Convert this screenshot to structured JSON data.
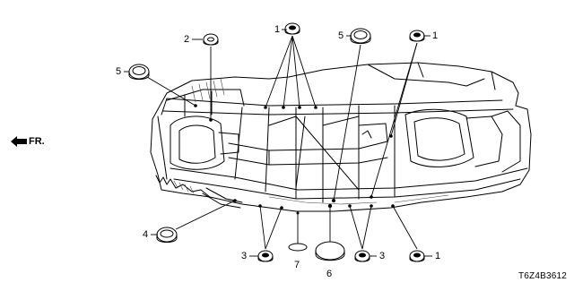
{
  "diagram": {
    "front_label": "FR.",
    "code": "T6Z4B3612",
    "callouts": [
      {
        "id": "c1a",
        "number": "1"
      },
      {
        "id": "c2",
        "number": "2"
      },
      {
        "id": "c5a",
        "number": "5"
      },
      {
        "id": "c5b",
        "number": "5"
      },
      {
        "id": "c1b",
        "number": "1"
      },
      {
        "id": "c4",
        "number": "4"
      },
      {
        "id": "c3a",
        "number": "3"
      },
      {
        "id": "c7",
        "number": "7"
      },
      {
        "id": "c6",
        "number": "6"
      },
      {
        "id": "c3b",
        "number": "3"
      },
      {
        "id": "c1c",
        "number": "1"
      }
    ]
  },
  "icons": {
    "front_arrow": "arrow-left-icon"
  }
}
